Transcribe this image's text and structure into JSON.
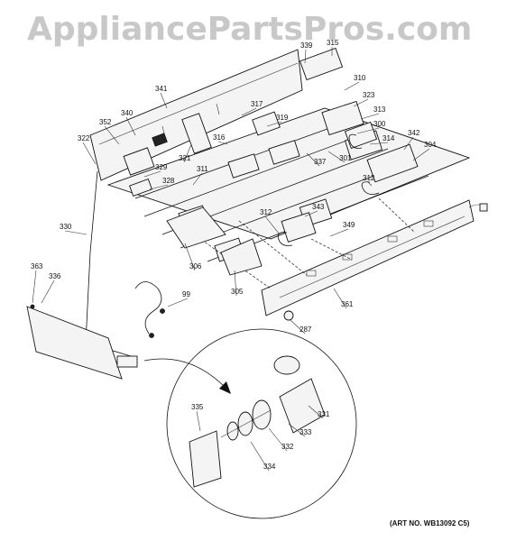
{
  "watermark": "AppliancePartsPros.com",
  "art_number": "(ART NO. WB13092 C5)",
  "callouts": [
    "339",
    "315",
    "310",
    "323",
    "341",
    "317",
    "313",
    "300",
    "340",
    "352",
    "319",
    "314",
    "342",
    "316",
    "304",
    "322",
    "337",
    "301",
    "321",
    "329",
    "328",
    "311",
    "312",
    "343",
    "349",
    "330",
    "363",
    "336",
    "306",
    "305",
    "99",
    "361",
    "287",
    "335",
    "331",
    "333",
    "332",
    "334"
  ]
}
